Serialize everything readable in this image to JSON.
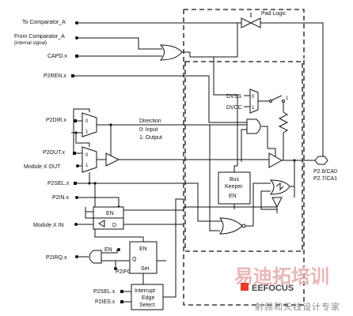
{
  "pad_logic_title": "Pad Logic",
  "signals": {
    "to_comparator": "To Comparator_A",
    "from_comparator_line1": "From Comparator_A",
    "from_comparator_line2": "(internal signal)",
    "capd": "CAPD.x",
    "p2ren": "P2REN.x",
    "p2dir": "P2DIR.x",
    "p2out": "P2OUT.x",
    "module_out": "Module X OUT",
    "p2sel": "P2SEL.x",
    "p2in": "P2IN.x",
    "module_in": "Module X IN",
    "p2irq": "P2IRQ.x",
    "p2ifg": "P2IFG.x",
    "p2sel_bottom": "P2SEL.x",
    "p2ies": "P2IES.x"
  },
  "direction": {
    "title": "Direction",
    "input": "0: Input",
    "output": "1: Output"
  },
  "mux_labels": {
    "zero": "0",
    "one": "1"
  },
  "supply": {
    "dvss": "DVSS",
    "dvcc": "DVCC",
    "switch_one": "1"
  },
  "bus_keeper": {
    "line1": "Bus",
    "line2": "Keeper",
    "en": "EN"
  },
  "pin_label": {
    "line1": "P2.6/CA0",
    "line2": "P2.7/CA1"
  },
  "input_latch": {
    "en": "EN",
    "d": "D"
  },
  "ifg_latch": {
    "en": "EN",
    "q": "Q",
    "set": "Set"
  },
  "edge_select": {
    "line1": "Interrupt",
    "line2": "Edge",
    "line3": "Select"
  },
  "watermark": {
    "chinese_top": "易迪拓培训",
    "brand": "EEFOCUS",
    "chinese_bottom": "射频和天线设计专家"
  }
}
